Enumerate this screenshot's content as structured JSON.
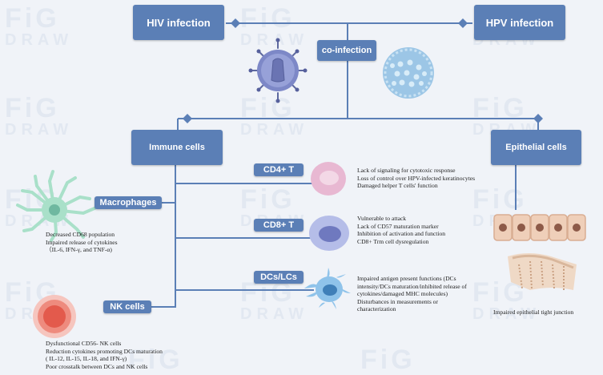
{
  "watermark": {
    "line1": "FiG",
    "line2": "DRAW"
  },
  "top": {
    "hiv": "HIV infection",
    "hpv": "HPV infection",
    "coinfection": "co-infection"
  },
  "branches": {
    "immune": "Immune cells",
    "epithelial": "Epithelial cells"
  },
  "cells": {
    "macrophages": "Macrophages",
    "nk": "NK cells",
    "cd4": "CD4+ T",
    "cd8": "CD8+ T",
    "dcs": "DCs/LCs"
  },
  "notes": {
    "cd4": [
      "Lack of signaling for cytotoxic response",
      "Loss of control over HPV-infected keratinocytes",
      "Damaged helper T cells' function"
    ],
    "cd8": [
      "Vulnerable to attack",
      "Lack of CD57 maturation marker",
      "Inhibition of activation and function",
      "CD8+ Trm cell dysregulation"
    ],
    "dcs": [
      "Impaired antigen present functions (DCs",
      "intensity/DCs maturation/inhibited release of",
      "cytokines/damaged MHC molecules)",
      "Disturbances in measurements or",
      "characterization"
    ],
    "macrophages": [
      "Decreased CD68 population",
      "Impaired release of cytokines",
      "（IL-6, IFN-γ, and TNF-α)"
    ],
    "nk": [
      "Dysfunctional CD56- NK cells",
      "Reduction cytokines promoting DCs maturation",
      "( IL-12, IL-15, IL-18, and IFN-γ)",
      "Poor crosstalk between DCs and NK cells"
    ],
    "epithelial": "Impaired epithelial tight junction"
  },
  "colors": {
    "box": "#5b7fb6",
    "line": "#5b7fb6",
    "background": "#f0f3f8",
    "hiv_virus": "#7d88c7",
    "hpv_virus": "#9cc6e6",
    "cd4_cell": "#e8b8d2",
    "cd8_cell": "#8d96d4",
    "dc_cell": "#8fc3ea",
    "macrophage": "#a9e0c9",
    "nk_cell": "#e35a4c",
    "epithelium": "#efcfb9"
  }
}
